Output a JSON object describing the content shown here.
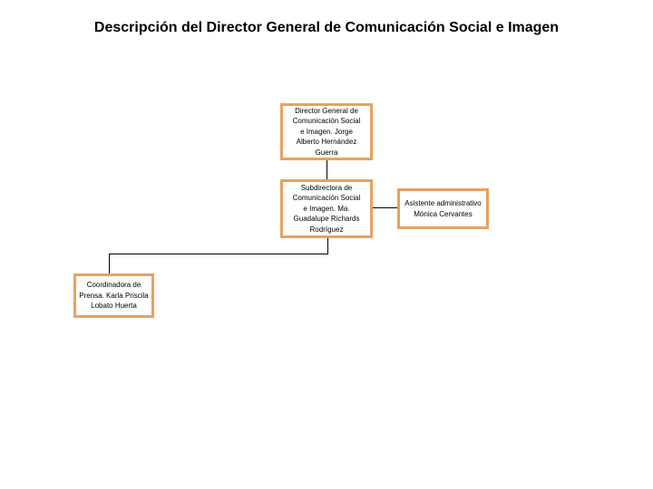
{
  "title": "Descripción del Director General de Comunicación Social e Imagen",
  "colors": {
    "background": "#FFFFFF",
    "box_border": "#E8A25F",
    "connector": "#000000",
    "text": "#000000"
  },
  "org_chart": {
    "type": "org-tree",
    "nodes": [
      {
        "id": "director-general",
        "label": "Director General de\nComunicación Social\ne Imagen. Jorge\nAlberto Hernández\nGuerra"
      },
      {
        "id": "subdirectora",
        "label": "Subdirectora de\nComunicación Social\ne Imagen. Ma.\nGuadalupe Richards\nRodríguez"
      },
      {
        "id": "asistente-administrativo",
        "label": "Asistente administrativo\nMónica Cervantes"
      },
      {
        "id": "coordinadora-prensa",
        "label": "Coordinadora de\nPrensa. Karla Priscila\nLobato Huerta"
      }
    ],
    "edges": [
      {
        "from": "director-general",
        "to": "subdirectora"
      },
      {
        "from": "subdirectora",
        "to": "asistente-administrativo"
      },
      {
        "from": "subdirectora",
        "to": "coordinadora-prensa"
      }
    ]
  }
}
